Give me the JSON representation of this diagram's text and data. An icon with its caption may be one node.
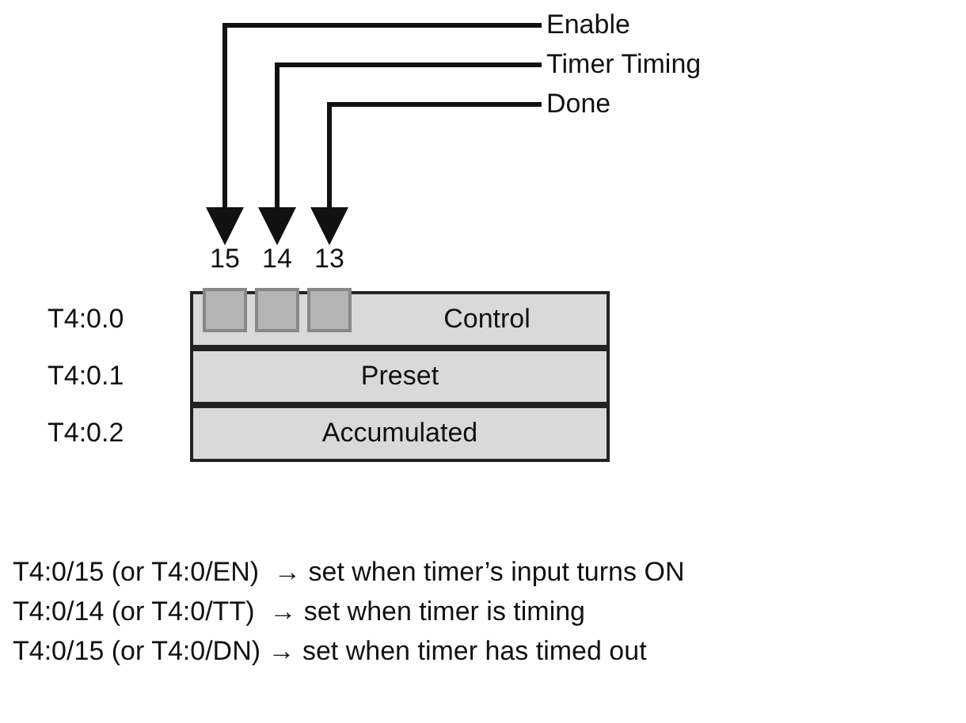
{
  "diagram": {
    "nodes": [
      {
        "text": [
          "Enable"
        ]
      },
      {
        "text": [
          "Timer Timing"
        ]
      },
      {
        "text": [
          "Done"
        ]
      },
      {
        "text": [
          "Control"
        ],
        "beside": [
          "T4:0.0"
        ]
      },
      {
        "text": [],
        "shape": "box",
        "in": 3,
        "beside": [
          "15"
        ]
      },
      {
        "text": [],
        "shape": "box",
        "in": 3,
        "beside": [
          "14"
        ]
      },
      {
        "text": [],
        "shape": "box",
        "in": 3,
        "beside": [
          "13"
        ]
      },
      {
        "text": [
          "Preset"
        ],
        "beside": [
          "T4:0.1"
        ]
      },
      {
        "text": [
          "Accumulated"
        ],
        "beside": [
          "T4:0.2"
        ]
      }
    ],
    "edges": [
      {
        "from": 0,
        "to": 4,
        "arrow": "to"
      },
      {
        "from": 1,
        "to": 5,
        "arrow": "to"
      },
      {
        "from": 2,
        "to": 6,
        "arrow": "to"
      }
    ],
    "labels": [
      "T4:0/15 (or T4:0/EN)  → set when timer’s input turns ON",
      "T4:0/14 (or T4:0/TT)  → set when timer is timing",
      "T4:0/15 (or T4:0/DN) → set when timer has timed out"
    ]
  }
}
